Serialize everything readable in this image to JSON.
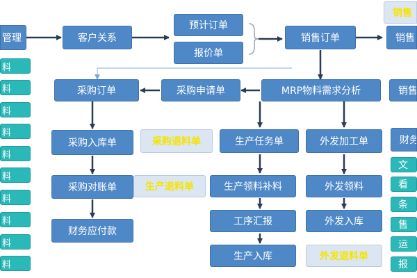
{
  "nodes": {
    "management": "管理",
    "customer_relation": "客户关系",
    "forecast_order": "预计订单",
    "quotation": "报价单",
    "sales_order": "销售订单",
    "sales_top_right_green": "销售",
    "sales_top_right": "销售",
    "mrp": "MRP物料需求分析",
    "sales_mid_right": "销售",
    "purchase_order": "采购订单",
    "purchase_request": "采购申请单",
    "purchase_receipt": "采购入库单",
    "purchase_return": "采购退料单",
    "production_task": "生产任务单",
    "outsource_order": "外发加工单",
    "finance_right": "财务",
    "purchase_reconcile": "采购对账单",
    "production_return": "生产退料单",
    "production_pick": "生产领料补料",
    "outsource_pick": "外发领料",
    "finance_payable": "财务应付款",
    "process_report": "工序汇报",
    "outsource_receipt": "外发入库",
    "production_receipt": "生产入库",
    "outsource_return": "外发退料单"
  },
  "left_items": [
    "料",
    "料",
    "料",
    "料",
    "料",
    "料",
    "料",
    "料",
    "料",
    "料"
  ],
  "right_items": [
    "文",
    "看",
    "条",
    "售",
    "运",
    "报"
  ],
  "colors": {
    "node_blue": "#4f88c6",
    "pale_box": "#dce6f2",
    "highlight_text": "#f5e400",
    "teal_item": "#2bb8b8",
    "arrow": "#2b3a55"
  }
}
